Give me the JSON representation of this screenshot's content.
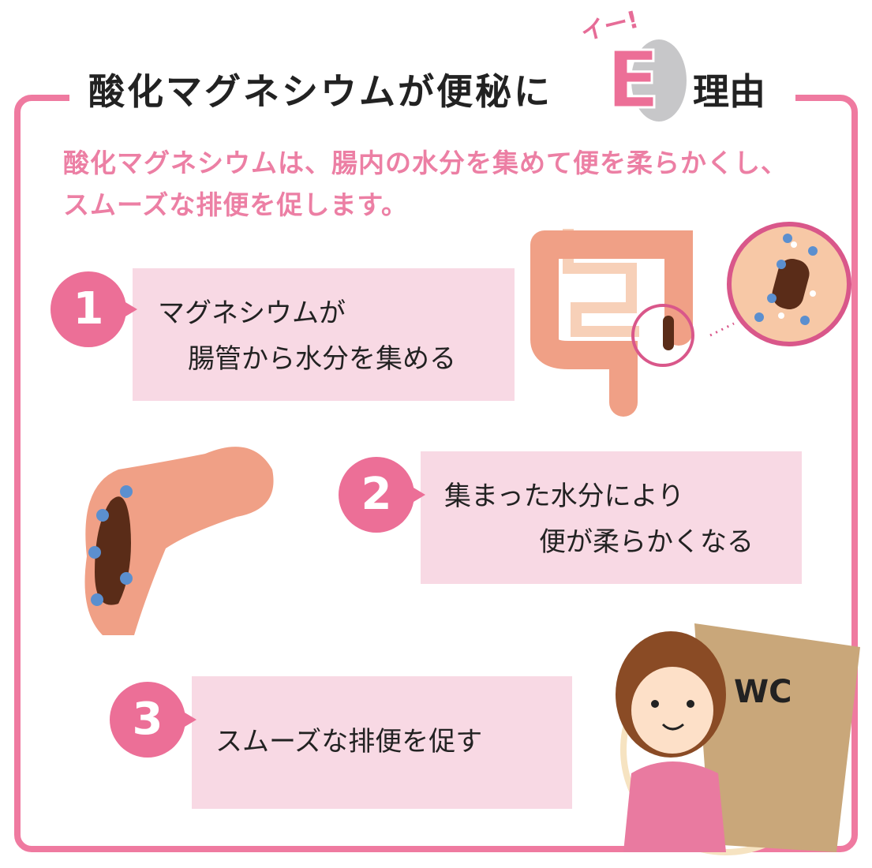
{
  "title": {
    "main": "酸化マグネシウムが便秘に",
    "exclaim": "イー!",
    "letter": "E",
    "suffix": "理由"
  },
  "intro": [
    "酸化マグネシウムは、腸内の水分を集めて便を柔らかくし、",
    "スムーズな排便を促します。"
  ],
  "steps": [
    {
      "number": "1",
      "lines": [
        "マグネシウムが",
        "腸管から水分を集める"
      ]
    },
    {
      "number": "2",
      "lines": [
        "集まった水分により",
        "便が柔らかくなる"
      ]
    },
    {
      "number": "3",
      "lines": [
        "スムーズな排便を促す"
      ]
    }
  ],
  "sign": "WC",
  "colors": {
    "accent": "#ec6f97",
    "box": "#f8d9e4",
    "intestine": "#f0a086",
    "stool": "#5a2c18",
    "water": "#5b8fcf"
  }
}
